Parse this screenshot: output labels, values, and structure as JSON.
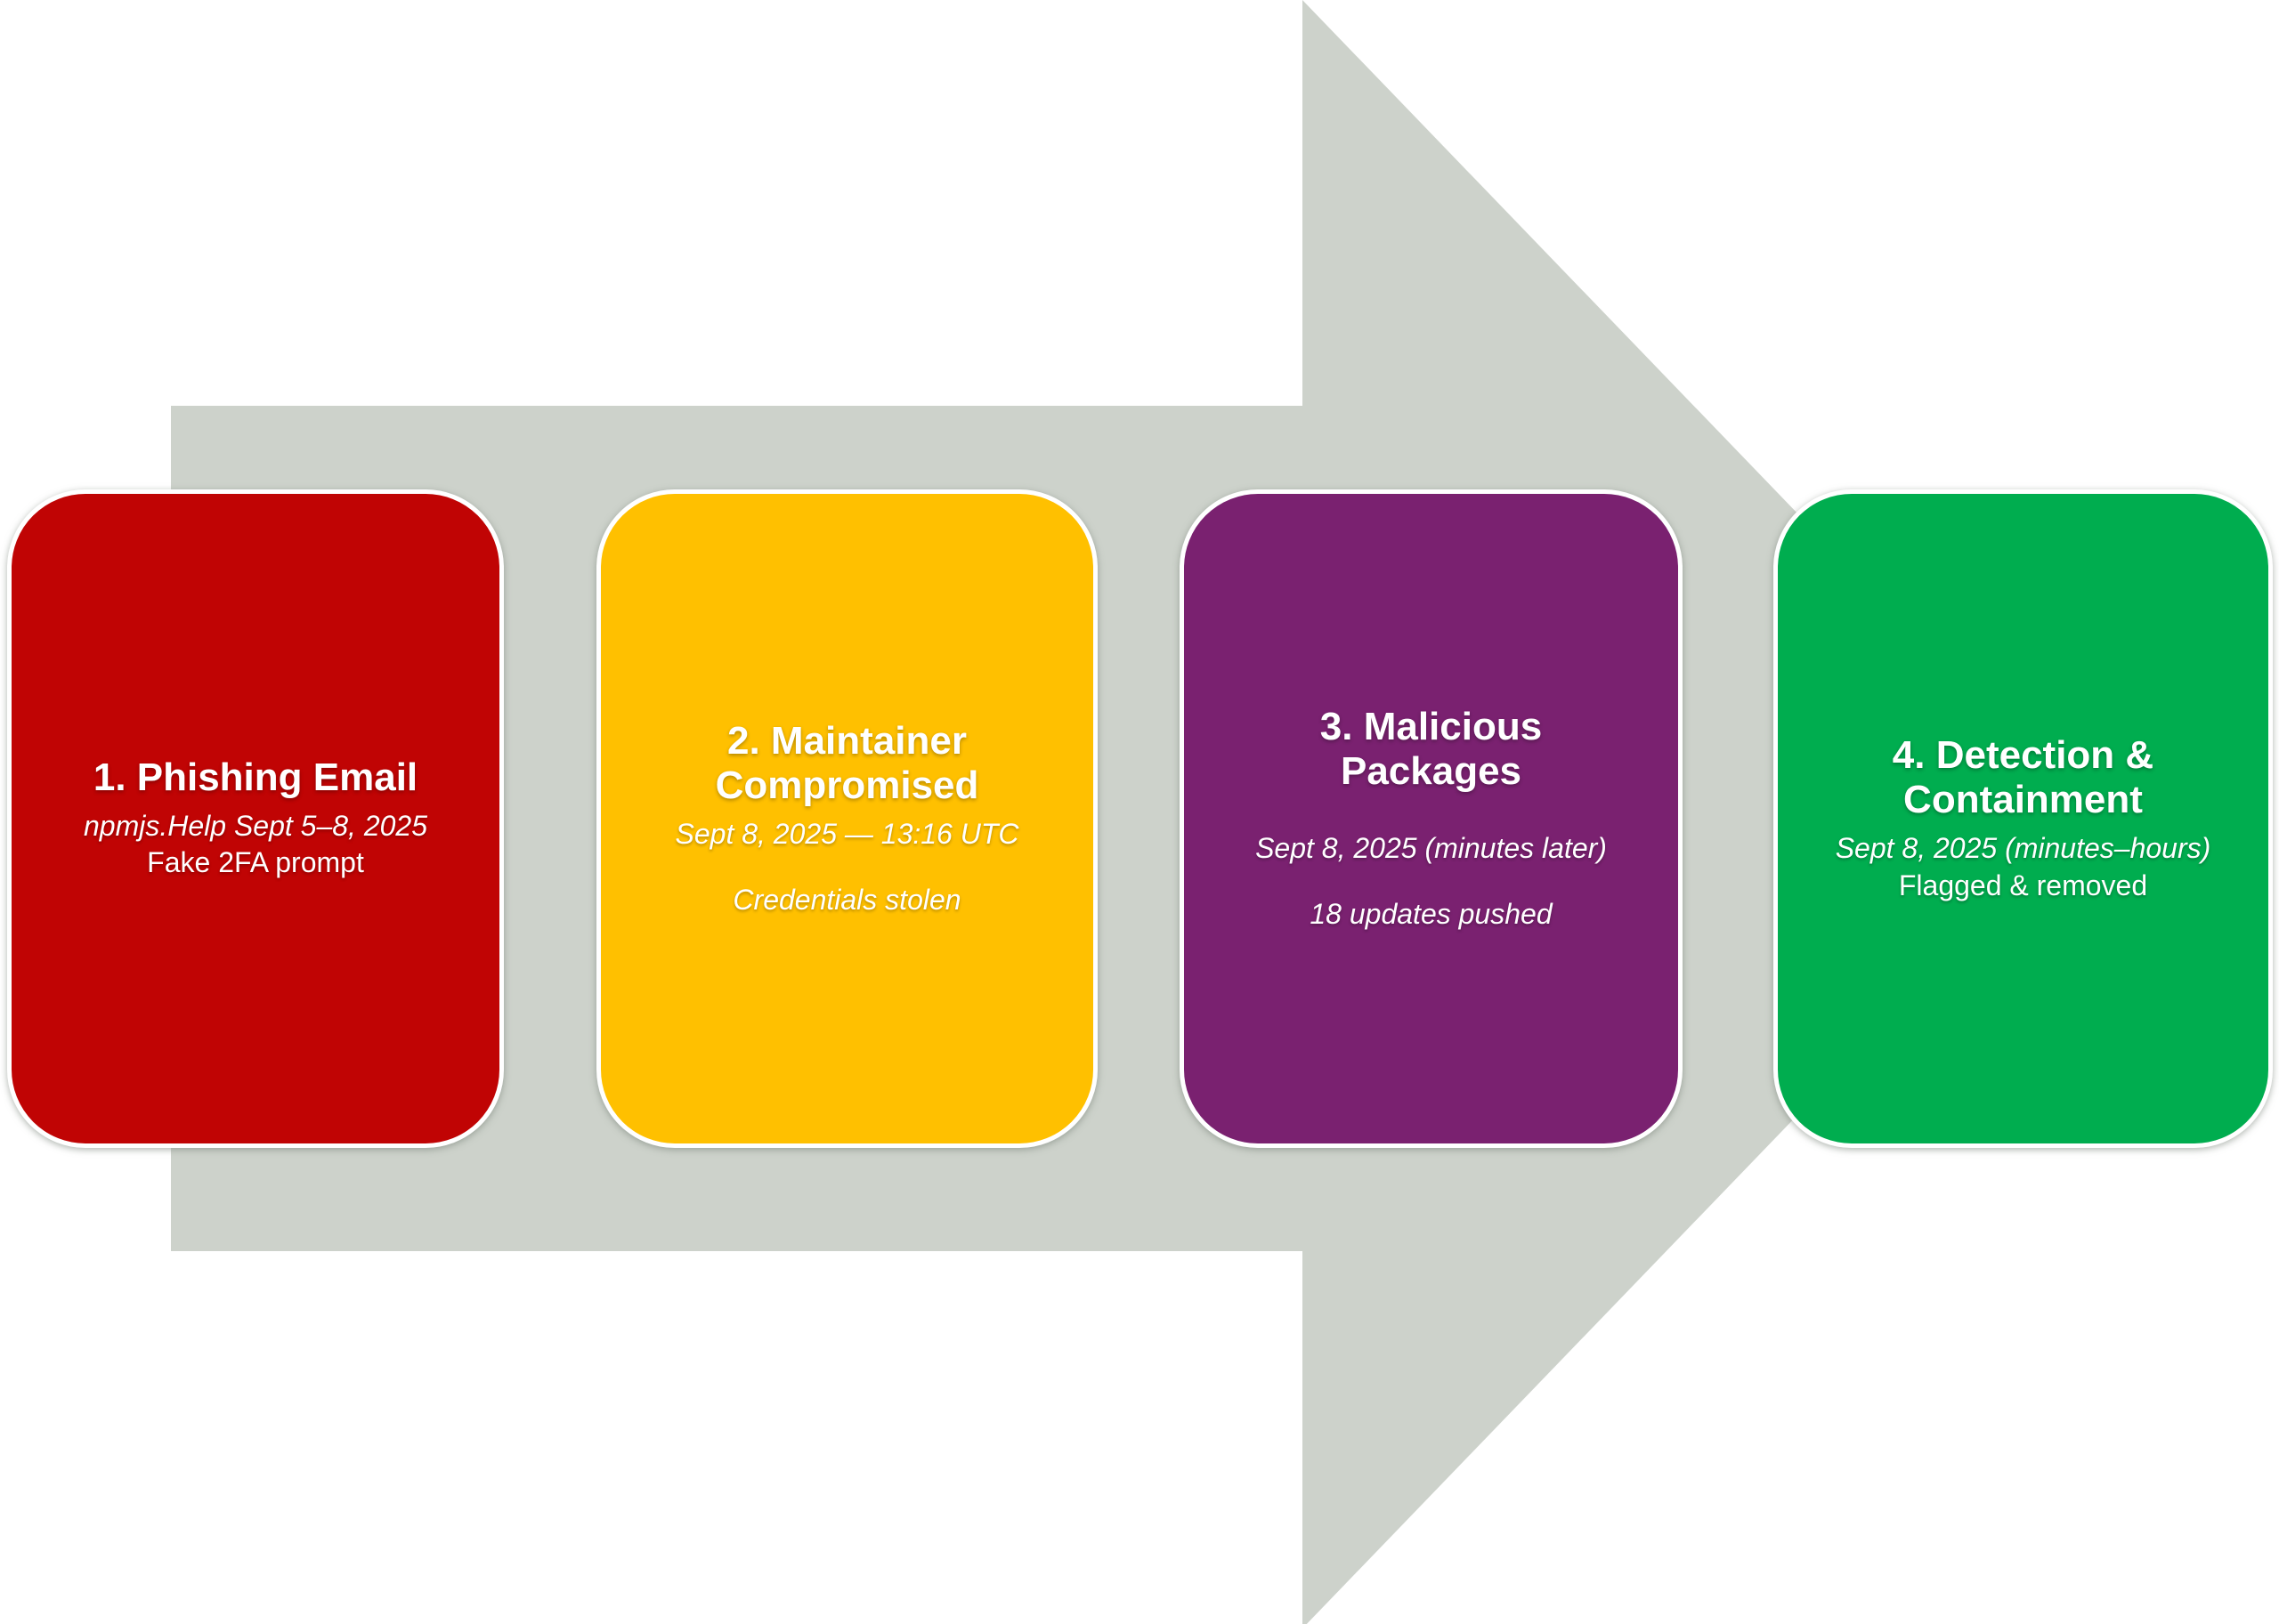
{
  "page": {
    "background_color": "#FFFFFF"
  },
  "arrow": {
    "description": "large right-pointing process arrow behind the step cards",
    "color": "#CDD2CB",
    "direction": "right"
  },
  "steps": [
    {
      "title": "1. Phishing Email",
      "detail1": "npmjs.Help Sept 5–8, 2025",
      "detail2": "Fake 2FA prompt",
      "color": "#C00404",
      "text_color": "#FFFFFF"
    },
    {
      "title": "2. Maintainer Compromised",
      "detail1": "Sept 8, 2025 — 13:16 UTC",
      "detail2": "Credentials stolen",
      "color": "#FFC000",
      "text_color": "#FFFFFF"
    },
    {
      "title": "3. Malicious Packages",
      "detail1": "Sept 8, 2025 (minutes later)",
      "detail2": "18 updates pushed",
      "color": "#7A2170",
      "text_color": "#FFFFFF"
    },
    {
      "title": "4. Detection & Containment",
      "detail1": "Sept 8, 2025 (minutes–hours)",
      "detail2": "Flagged & removed",
      "color": "#00AD4F",
      "text_color": "#FFFFFF"
    }
  ]
}
